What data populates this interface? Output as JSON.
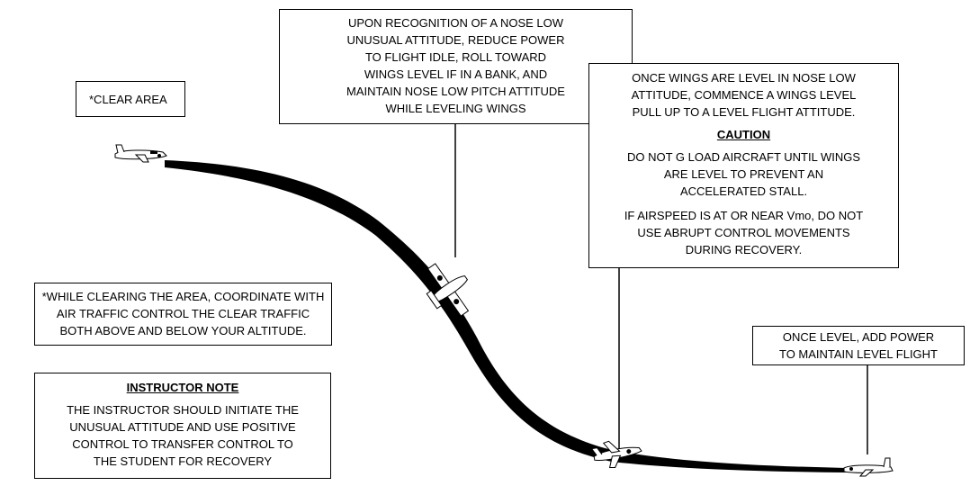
{
  "boxes": {
    "clear_area": "*CLEAR AREA",
    "upon_recognition": [
      "UPON RECOGNITION OF A NOSE LOW",
      "UNUSUAL ATTITUDE, REDUCE POWER",
      "TO FLIGHT IDLE, ROLL TOWARD",
      "WINGS LEVEL IF IN A BANK, AND",
      "MAINTAIN NOSE LOW PITCH ATTITUDE",
      "WHILE LEVELING WINGS"
    ],
    "once_wings_level": {
      "lines": [
        "ONCE WINGS ARE LEVEL IN NOSE LOW",
        "ATTITUDE, COMMENCE A WINGS LEVEL",
        "PULL UP TO A LEVEL FLIGHT ATTITUDE."
      ],
      "caution_heading": "CAUTION",
      "caution_1": [
        "DO NOT G LOAD AIRCRAFT UNTIL WINGS",
        "ARE LEVEL TO PREVENT  AN",
        "ACCELERATED STALL."
      ],
      "caution_2": [
        "IF AIRSPEED IS AT OR NEAR Vmo, DO NOT",
        "USE ABRUPT CONTROL MOVEMENTS",
        "DURING RECOVERY."
      ]
    },
    "while_clearing": [
      "*WHILE CLEARING THE AREA, COORDINATE WITH",
      "AIR TRAFFIC CONTROL THE CLEAR TRAFFIC",
      "BOTH ABOVE AND BELOW YOUR ALTITUDE."
    ],
    "once_level": [
      "ONCE LEVEL, ADD POWER",
      "TO MAINTAIN LEVEL FLIGHT"
    ],
    "instructor_note": {
      "heading": "INSTRUCTOR NOTE",
      "lines": [
        "THE INSTRUCTOR SHOULD INITIATE THE",
        "UNUSUAL ATTITUDE AND USE POSITIVE",
        "CONTROL TO TRANSFER  CONTROL TO",
        "THE STUDENT FOR RECOVERY"
      ]
    }
  },
  "colors": {
    "ink": "#000000",
    "paper": "#ffffff"
  },
  "icons": [
    "aircraft-level-icon",
    "aircraft-banked-icon",
    "aircraft-pullup-icon",
    "aircraft-level-final-icon"
  ]
}
